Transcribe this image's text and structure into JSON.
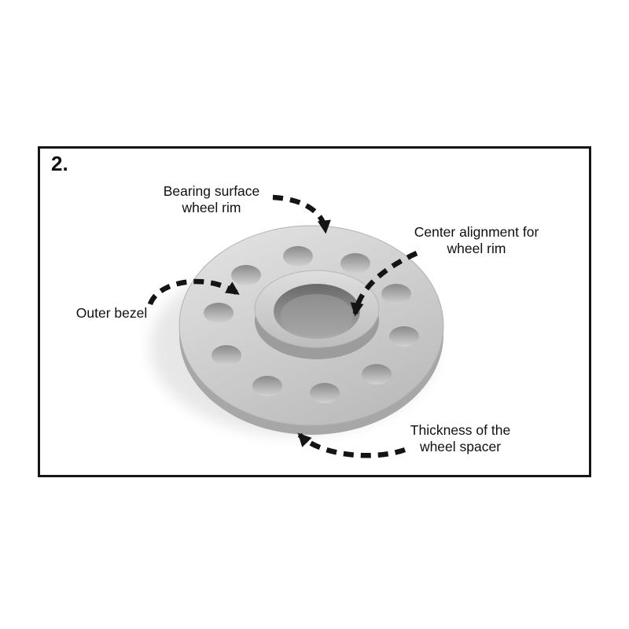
{
  "page": {
    "background": "#ffffff"
  },
  "diagram": {
    "step_label": "2.",
    "subject": "wheel-spacer-illustration",
    "labels": {
      "bearing_surface": "Bearing surface\nwheel rim",
      "center_alignment": "Center alignment for\nwheel rim",
      "outer_bezel": "Outer bezel",
      "thickness": "Thickness of the\nwheel spacer"
    },
    "colors": {
      "frame_border": "#161616",
      "arrow": "#141414",
      "text": "#101010",
      "spacer_light": "#e3e3e3",
      "spacer_mid": "#bfbfbf",
      "spacer_dark": "#9e9e9e",
      "bore_dark": "#6e6e6e"
    }
  }
}
